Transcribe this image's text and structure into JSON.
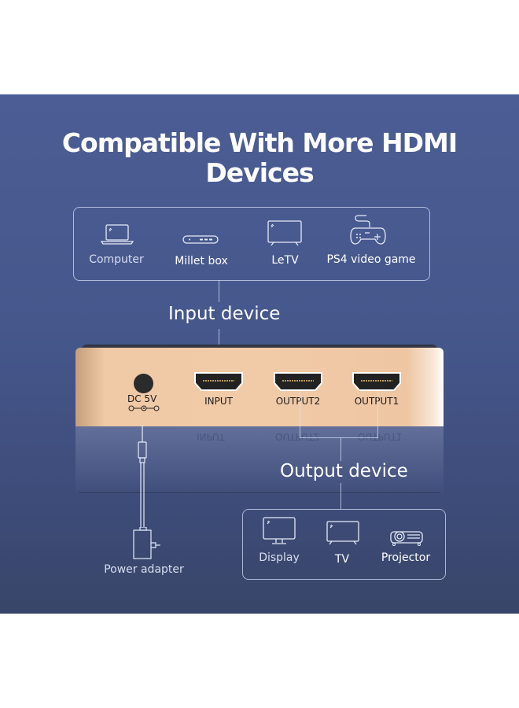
{
  "title": {
    "line1": "Compatible With More HDMI",
    "line2": "Devices"
  },
  "input_devices": {
    "heading": "Input device",
    "items": [
      {
        "label": "Computer",
        "icon": "laptop-icon"
      },
      {
        "label": "Millet box",
        "icon": "set-top-box-icon"
      },
      {
        "label": "LeTV",
        "icon": "tv-icon"
      },
      {
        "label": "PS4 video game",
        "icon": "gamepad-icon"
      }
    ]
  },
  "splitter": {
    "power_label": "DC  5V",
    "ports": [
      {
        "label": "INPUT"
      },
      {
        "label": "OUTPUT2"
      },
      {
        "label": "OUTPUT1"
      }
    ]
  },
  "power": {
    "label": "Power adapter",
    "icon": "power-adapter-icon"
  },
  "output_devices": {
    "heading": "Output device",
    "items": [
      {
        "label": "Display",
        "icon": "monitor-icon"
      },
      {
        "label": "TV",
        "icon": "tv-icon"
      },
      {
        "label": "Projector",
        "icon": "projector-icon"
      }
    ]
  },
  "colors": {
    "panel_blue": "#4b5d94",
    "device_gold": "#f1caa8",
    "text": "#ffffff"
  }
}
